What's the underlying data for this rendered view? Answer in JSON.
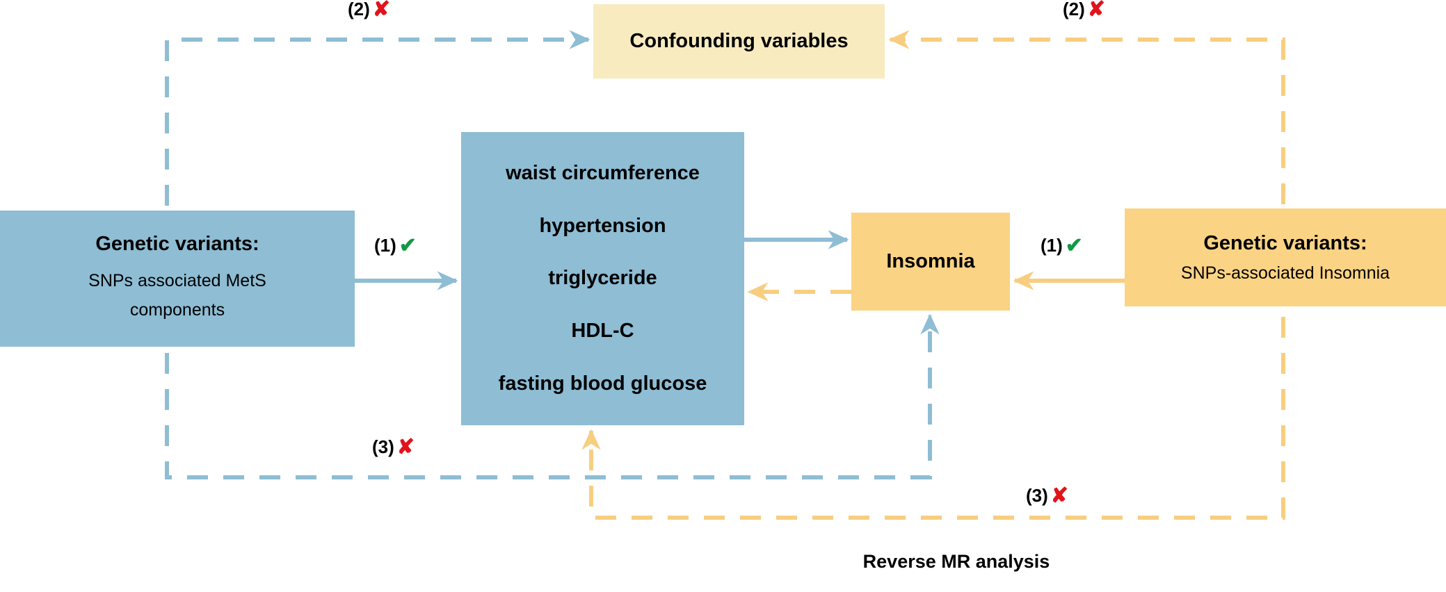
{
  "diagram": {
    "caption": "Reverse MR analysis",
    "colors": {
      "blue_fill": "#8EBDD4",
      "blue_line": "#8EBDD4",
      "orange_fill": "#FBD384",
      "orange_line": "#F7CE80",
      "cream_fill": "#F8EBC0",
      "check_green": "#119944",
      "cross_red": "#E2131B"
    },
    "nodes": {
      "exposure_instrument": {
        "title": "Genetic variants:",
        "subtitle_line1": "SNPs associated MetS",
        "subtitle_line2": "components"
      },
      "exposure": {
        "items": [
          "waist circumference",
          "hypertension",
          "triglyceride",
          "HDL-C",
          "fasting blood glucose"
        ]
      },
      "confounders": {
        "title": "Confounding variables"
      },
      "outcome": {
        "title": "Insomnia"
      },
      "reverse_instrument": {
        "title": "Genetic variants:",
        "subtitle": "SNPs-associated Insomnia"
      }
    },
    "assumptions": [
      {
        "id": "a1-forward",
        "number": "(1)",
        "mark": "check",
        "glyph": "✔"
      },
      {
        "id": "a2-forward",
        "number": "(2)",
        "mark": "cross",
        "glyph": "✘"
      },
      {
        "id": "a3-forward",
        "number": "(3)",
        "mark": "cross",
        "glyph": "✘"
      },
      {
        "id": "a1-reverse",
        "number": "(1)",
        "mark": "check",
        "glyph": "✔"
      },
      {
        "id": "a2-reverse",
        "number": "(2)",
        "mark": "cross",
        "glyph": "✘"
      },
      {
        "id": "a3-reverse",
        "number": "(3)",
        "mark": "cross",
        "glyph": "✘"
      }
    ]
  }
}
